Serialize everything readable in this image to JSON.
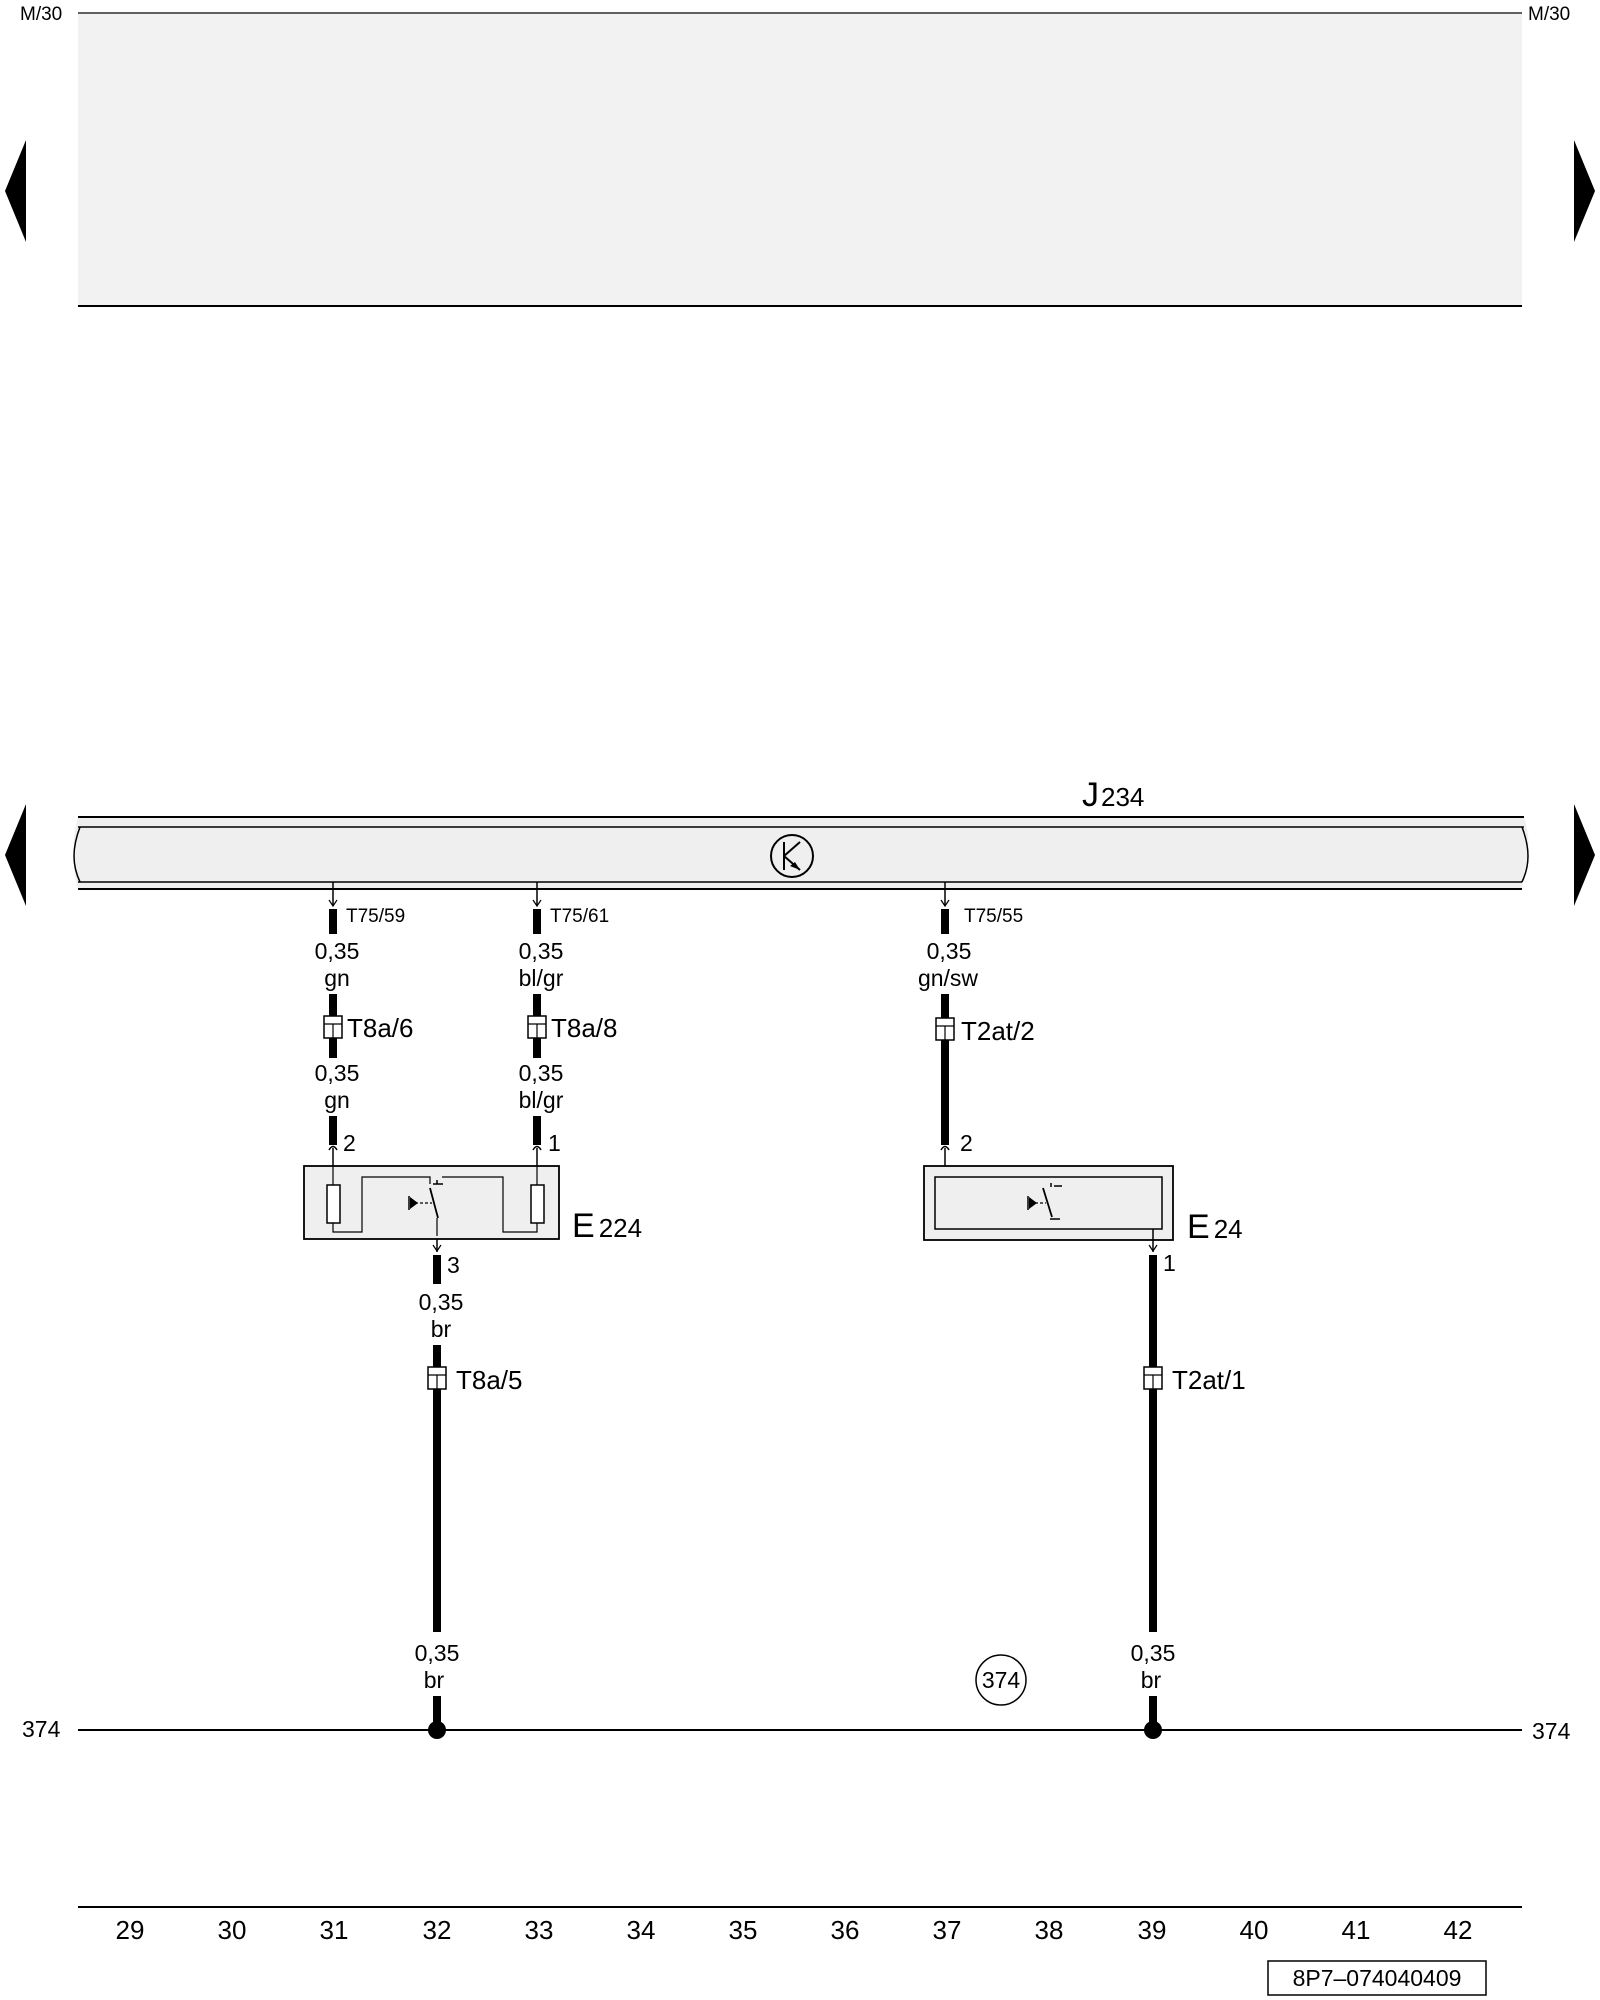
{
  "header": {
    "ref_left": "M/30",
    "ref_right": "M/30"
  },
  "control_unit": {
    "letter": "J",
    "number": "234",
    "icon": "airbag-transistor-icon"
  },
  "wires": [
    {
      "pin": "T75/59",
      "upper": {
        "size": "0,35",
        "color": "gn"
      },
      "connector": "T8a/6",
      "lower": {
        "size": "0,35",
        "color": "gn"
      },
      "component_pin": "2"
    },
    {
      "pin": "T75/61",
      "upper": {
        "size": "0,35",
        "color": "bl/gr"
      },
      "connector": "T8a/8",
      "lower": {
        "size": "0,35",
        "color": "bl/gr"
      },
      "component_pin": "1"
    },
    {
      "pin": "T75/55",
      "upper": {
        "size": "0,35",
        "color": "gn/sw"
      },
      "connector": "T2at/2",
      "component_pin": "2"
    }
  ],
  "components": [
    {
      "letter": "E",
      "number": "224",
      "out_pin": "3",
      "out_wire": {
        "size": "0,35",
        "color": "br"
      },
      "connector": "T8a/5",
      "ground_wire": {
        "size": "0,35",
        "color": "br"
      }
    },
    {
      "letter": "E",
      "number": "24",
      "out_pin": "1",
      "connector": "T2at/1",
      "ground_wire": {
        "size": "0,35",
        "color": "br"
      }
    }
  ],
  "ground": {
    "label_left": "374",
    "label_right": "374",
    "circle_label": "374"
  },
  "track_numbers": [
    "29",
    "30",
    "31",
    "32",
    "33",
    "34",
    "35",
    "36",
    "37",
    "38",
    "39",
    "40",
    "41",
    "42"
  ],
  "doc_code": "8P7–074040409",
  "colors": {
    "band_fill": "#f2f2f2",
    "unit_fill": "#efefef",
    "line": "#000000"
  }
}
